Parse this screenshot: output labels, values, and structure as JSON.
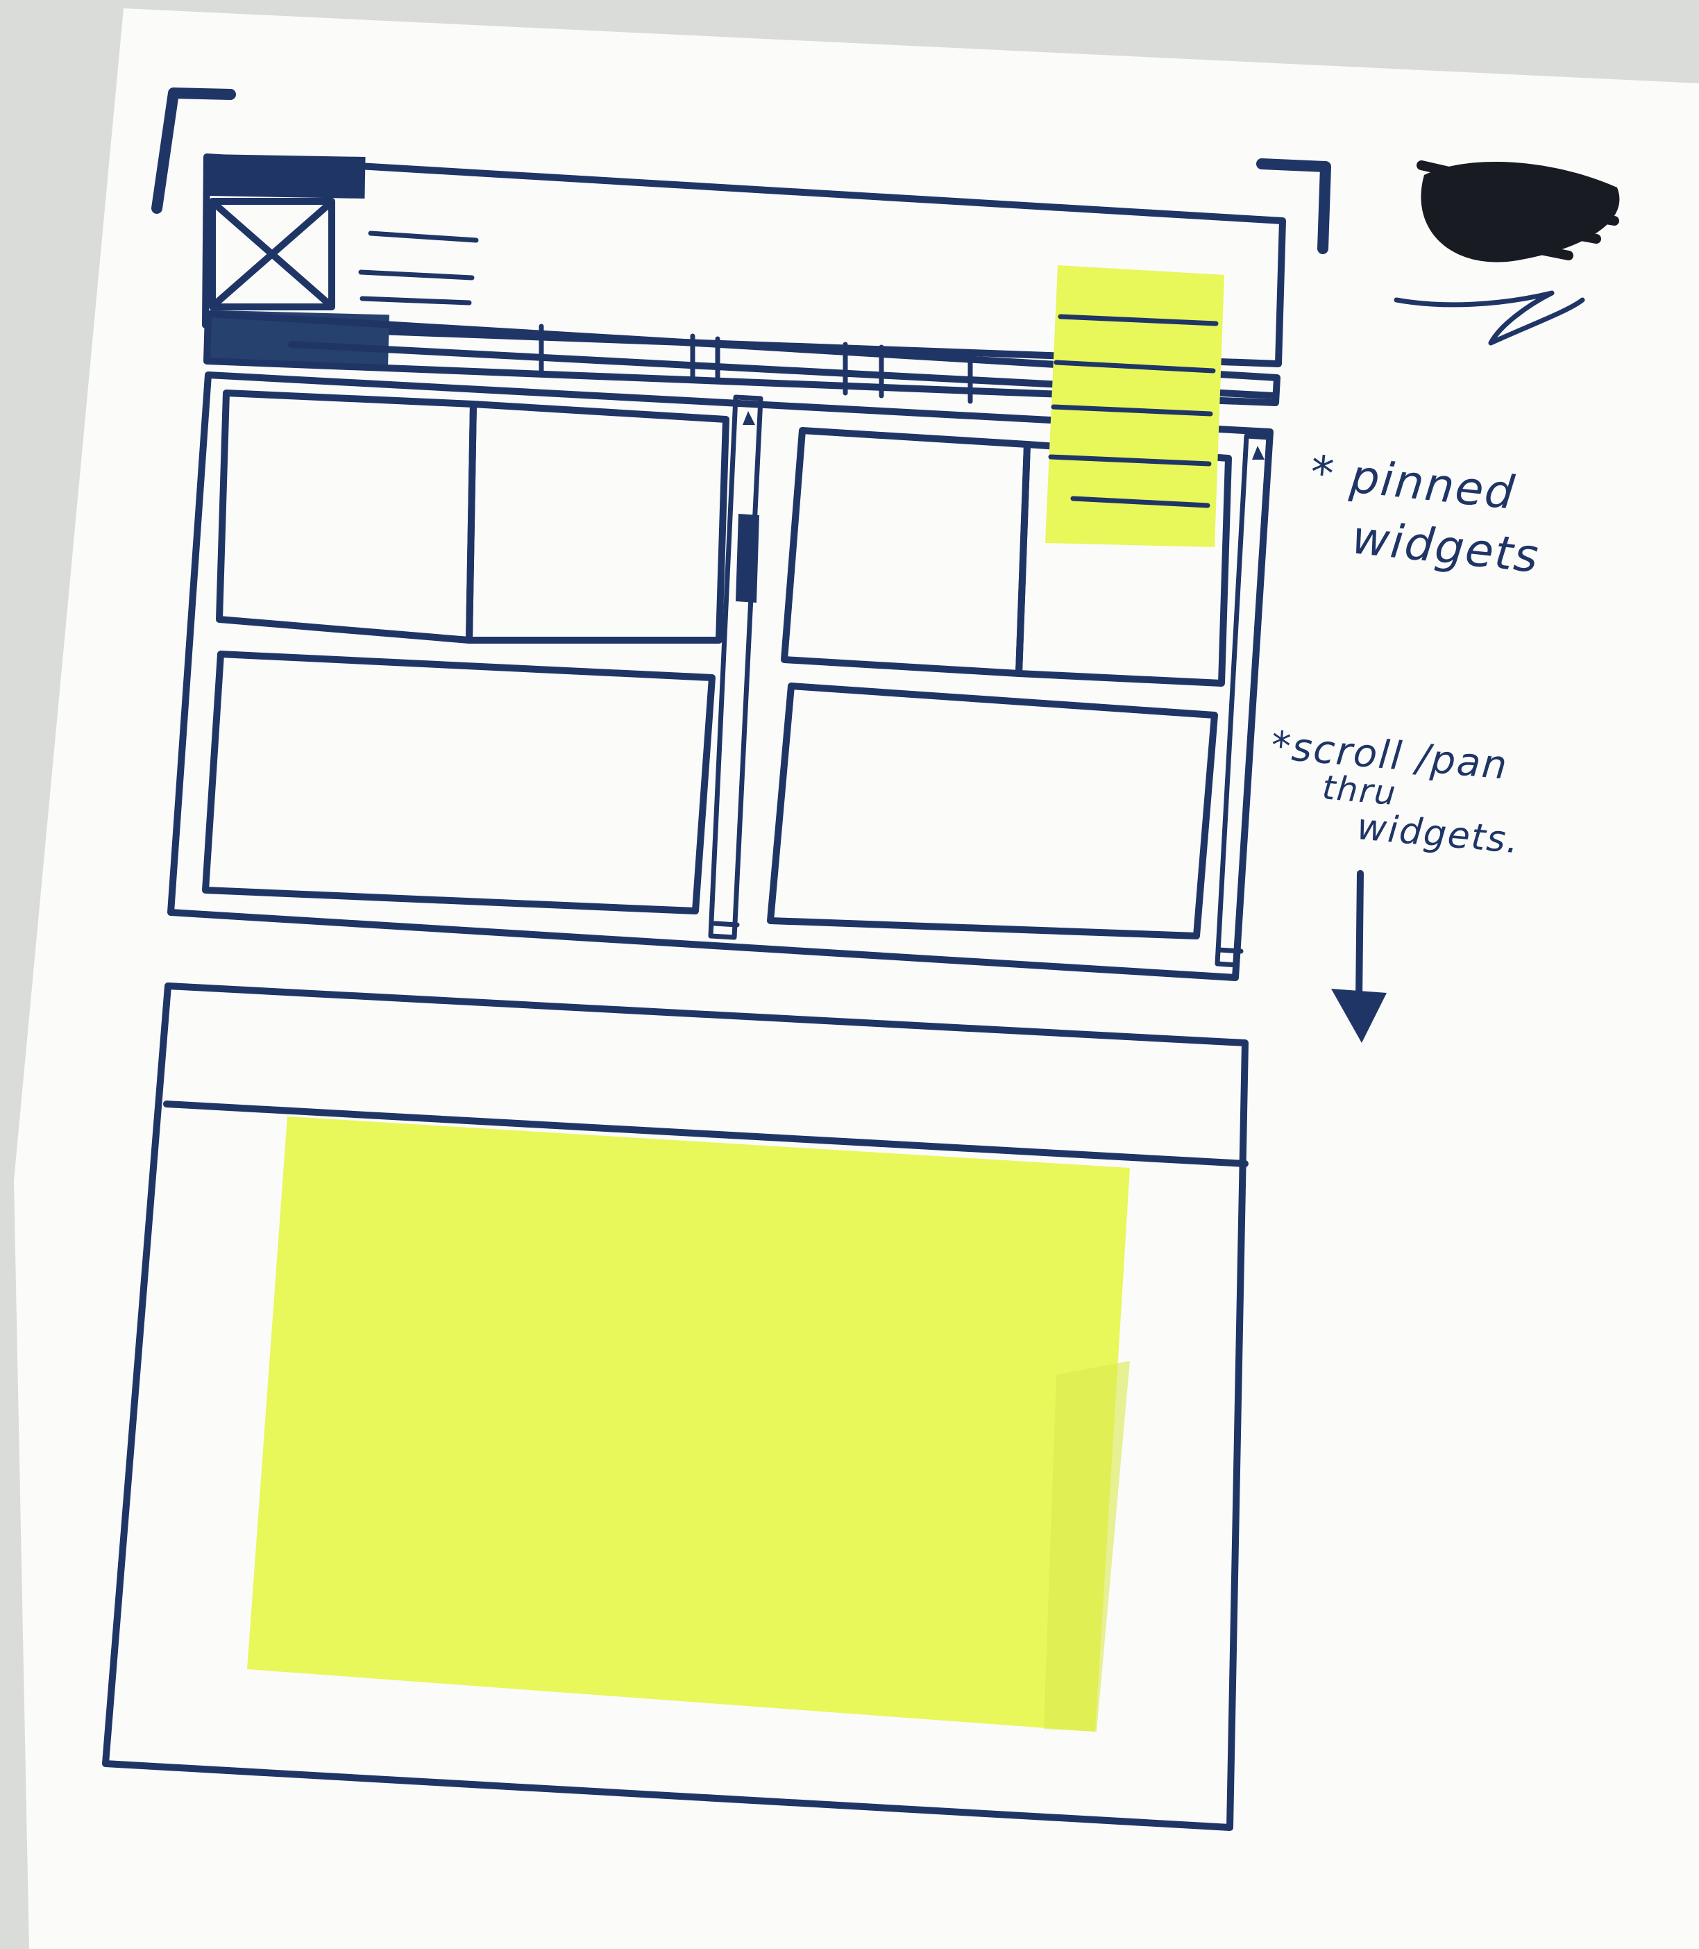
{
  "annotations": {
    "pinned_line1": "* pinned",
    "pinned_line2": "widgets",
    "scroll_line1": "*scroll /pan",
    "scroll_line2": "thru",
    "scroll_line3": "widgets."
  },
  "colors": {
    "ink": "#1f3566",
    "paper": "#fbfbfa",
    "sticky_note": "#e8f75a",
    "background": "#d9dcd9"
  },
  "icons": {
    "logo_placeholder": "image-placeholder-icon",
    "scribble": "scribble-icon",
    "arrow_down": "arrow-down-icon"
  }
}
